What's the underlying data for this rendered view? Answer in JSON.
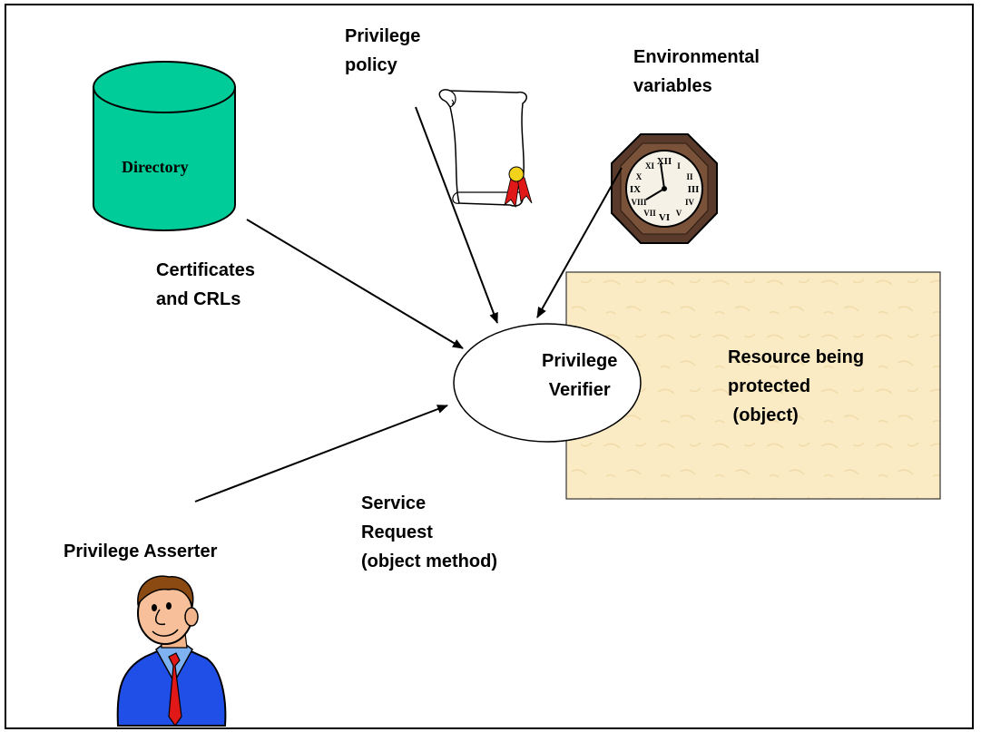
{
  "diagram": {
    "directory_label": "Directory",
    "certificates_label": "Certificates\nand CRLs",
    "privilege_policy_label": "Privilege\npolicy",
    "environmental_label": "Environmental\nvariables",
    "verifier_label": "Privilege\nVerifier",
    "resource_label": "Resource being\nprotected\n (object)",
    "service_request_label": "Service\nRequest\n(object method)",
    "asserter_label": "Privilege Asserter"
  },
  "colors": {
    "directory_fill": "#00CC99",
    "resource_fill": "#FBEBC4",
    "clock_frame": "#5A3A2A",
    "ribbon_red": "#E01818",
    "suit_blue": "#1F4FE6"
  },
  "icons": [
    "database-cylinder-icon",
    "scroll-certificate-icon",
    "wall-clock-icon",
    "businessman-icon"
  ]
}
